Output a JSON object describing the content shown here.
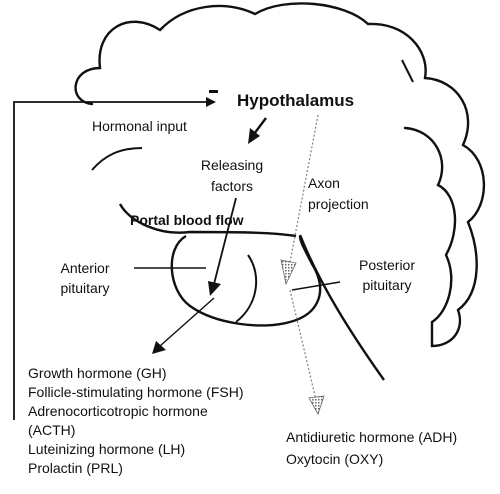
{
  "labels": {
    "minus_sign": "-",
    "hypothalamus": "Hypothalamus",
    "hormonal_input": "Hormonal input",
    "releasing_factors_line1": "Releasing",
    "releasing_factors_line2": "factors",
    "axon_projection_line1": "Axon",
    "axon_projection_line2": "projection",
    "portal_blood_flow": "Portal blood flow",
    "anterior_pituitary_line1": "Anterior",
    "anterior_pituitary_line2": "pituitary",
    "posterior_pituitary_line1": "Posterior",
    "posterior_pituitary_line2": "pituitary"
  },
  "anterior_hormones": [
    "Growth hormone (GH)",
    "Follicle-stimulating hormone (FSH)",
    "Adrenocorticotropic hormone",
    "(ACTH)",
    "Luteinizing hormone (LH)",
    "Prolactin (PRL)"
  ],
  "posterior_hormones": [
    "Antidiuretic hormone (ADH)",
    "Oxytocin (OXY)"
  ],
  "colors": {
    "line": "#111111",
    "dotted_arrow": "#888888"
  }
}
